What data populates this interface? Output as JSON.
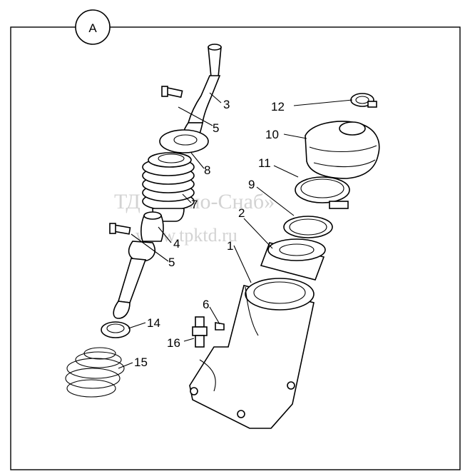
{
  "view": {
    "label": "A"
  },
  "watermark": {
    "line1": "ТД «Техно-Снаб»",
    "line2": "www.tpktd.ru"
  },
  "callouts": {
    "c1": "1",
    "c2": "2",
    "c3": "3",
    "c4": "4",
    "c5a": "5",
    "c5b": "5",
    "c6": "6",
    "c7": "7",
    "c8": "8",
    "c9": "9",
    "c10": "10",
    "c11": "11",
    "c12": "12",
    "c14": "14",
    "c15": "15",
    "c16": "16"
  }
}
